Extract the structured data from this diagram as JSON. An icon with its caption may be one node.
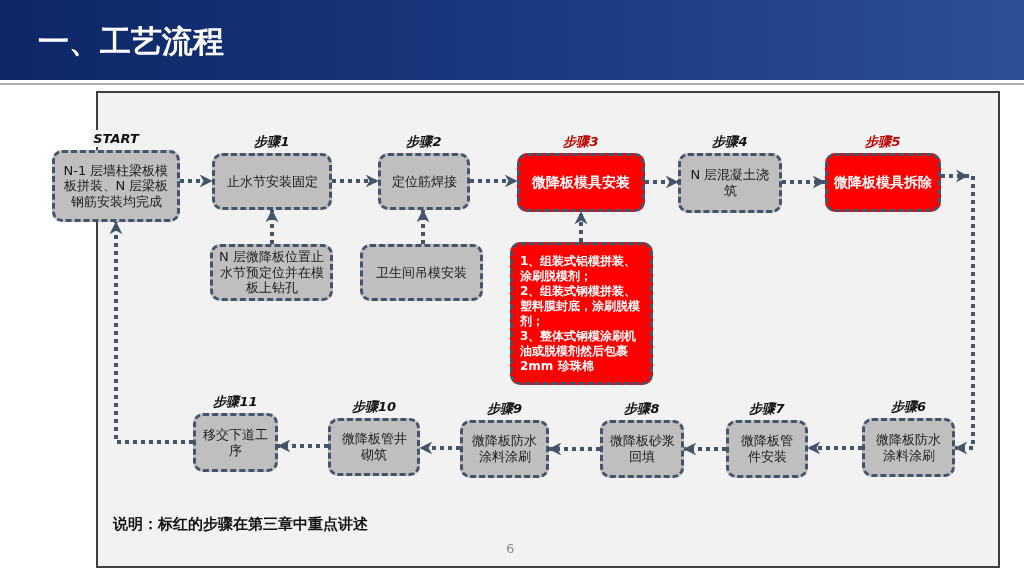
{
  "diagram": {
    "title": "一、工艺流程",
    "nodes": [
      {
        "text": [
          "START",
          "N-1 层墙柱梁板模板拼装、N 层梁板钢筋安装均完成"
        ]
      },
      {
        "text": [
          "步骤1",
          "止水节安装固定"
        ]
      },
      {
        "text": [
          "步骤2",
          "定位筋焊接"
        ]
      },
      {
        "text": [
          "步骤3",
          "微降板模具安装"
        ]
      },
      {
        "text": [
          "步骤4",
          "N 层混凝土浇筑"
        ]
      },
      {
        "text": [
          "步骤5",
          "微降板模具拆除"
        ]
      },
      {
        "text": [
          "N 层微降板位置止水节预定位并在模板上钻孔"
        ]
      },
      {
        "text": [
          "卫生间吊模安装"
        ]
      },
      {
        "text": [
          "1、组装式铝模拼装、涂刷脱模剂；",
          "2、组装式钢模拼装、塑料膜封底，涂刷脱模剂；",
          "3、整体式钢模涂刷机油或脱模剂然后包裹 2mm 珍珠棉"
        ]
      },
      {
        "text": [
          "步骤6",
          "微降板防水涂料涂刷"
        ]
      },
      {
        "text": [
          "步骤7",
          "微降板管件安装"
        ]
      },
      {
        "text": [
          "步骤8",
          "微降板砂浆回填"
        ]
      },
      {
        "text": [
          "步骤9",
          "微降板防水涂料涂刷"
        ]
      },
      {
        "text": [
          "步骤10",
          "微降板管井砌筑"
        ]
      },
      {
        "text": [
          "步骤11",
          "移交下道工序"
        ]
      }
    ],
    "edges": [
      {
        "from": 0,
        "to": 1,
        "arrow": "to"
      },
      {
        "from": 1,
        "to": 2,
        "arrow": "to"
      },
      {
        "from": 2,
        "to": 3,
        "arrow": "to"
      },
      {
        "from": 3,
        "to": 4,
        "arrow": "to"
      },
      {
        "from": 4,
        "to": 5,
        "arrow": "to"
      },
      {
        "from": 6,
        "to": 1,
        "arrow": "to"
      },
      {
        "from": 7,
        "to": 2,
        "arrow": "to"
      },
      {
        "from": 8,
        "to": 3,
        "arrow": "to"
      },
      {
        "from": 5,
        "to": 9,
        "arrow": "to"
      },
      {
        "from": 9,
        "to": 10,
        "arrow": "to"
      },
      {
        "from": 10,
        "to": 11,
        "arrow": "to"
      },
      {
        "from": 11,
        "to": 12,
        "arrow": "to"
      },
      {
        "from": 12,
        "to": 13,
        "arrow": "to"
      },
      {
        "from": 13,
        "to": 14,
        "arrow": "to"
      },
      {
        "from": 14,
        "to": 0,
        "arrow": "to"
      }
    ],
    "labels": [
      "说明：标红的步骤在第三章中重点讲述",
      "6"
    ]
  }
}
